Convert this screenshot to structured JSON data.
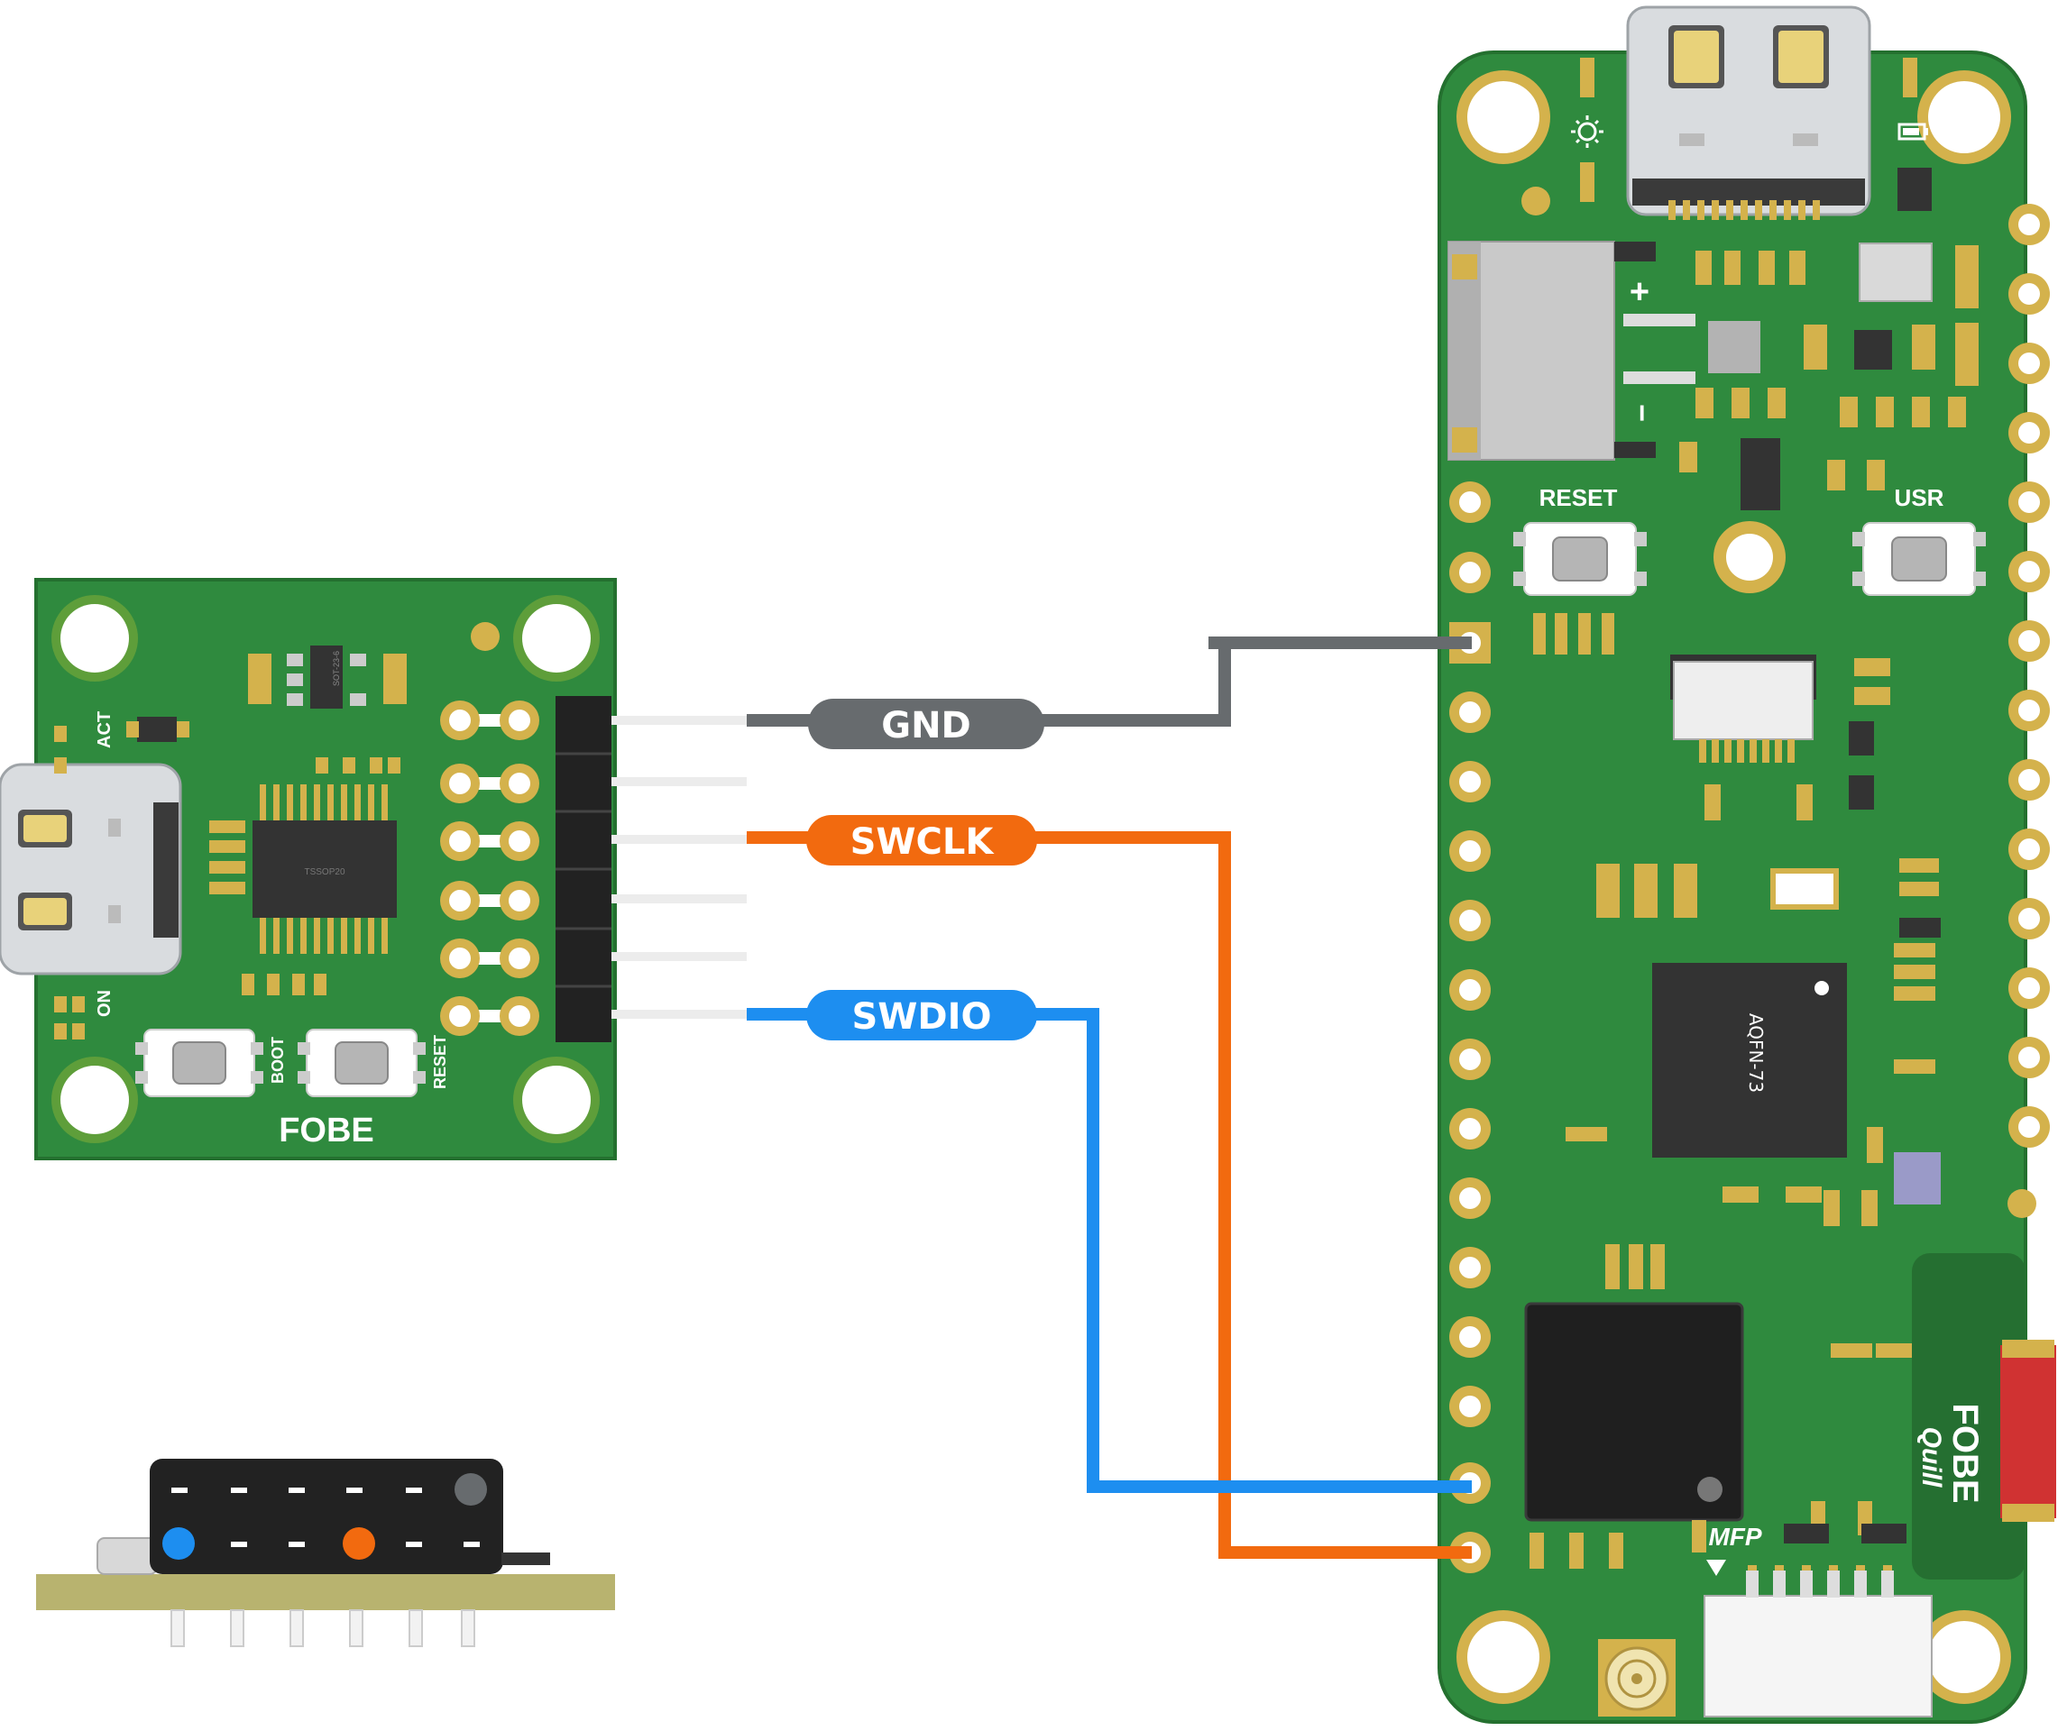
{
  "colors": {
    "pcb": "#2f8a3e",
    "pcb_edge": "#256f31",
    "pad_gold": "#d4b24c",
    "wire_gnd": "#676b6e",
    "wire_swclk": "#f26a0f",
    "wire_swdio": "#1d8ef0",
    "chip": "#333333",
    "header_base": "#b8b36f"
  },
  "wires": {
    "gnd": "GND",
    "swclk": "SWCLK",
    "swdio": "SWDIO"
  },
  "probe_board": {
    "logo": "FOBE",
    "act_label": "ACT",
    "on_label": "ON",
    "boot_label": "BOOT",
    "reset_label": "RESET",
    "chip_label": "TSSOP20"
  },
  "target_board": {
    "reset_label": "RESET",
    "usr_label": "USR",
    "battery_plus": "+",
    "battery_minus": "−",
    "chip_label": "AQFN-73",
    "mfp_label": "MFP",
    "logo": "FOBE",
    "logo_sub": "Quill"
  },
  "icons": [
    "led-sun-icon",
    "battery-icon",
    "mfp-arrow-icon"
  ]
}
